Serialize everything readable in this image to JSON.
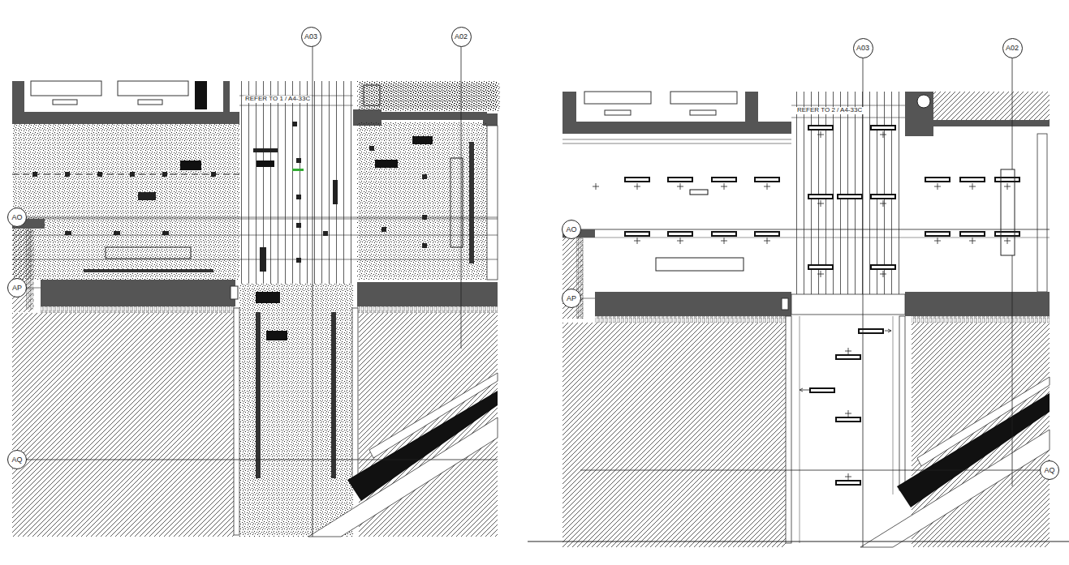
{
  "diagram": {
    "nodes": [
      {
        "text": [
          "A03"
        ]
      },
      {
        "text": [
          "A02"
        ]
      },
      {
        "text": [
          "A03"
        ]
      },
      {
        "text": [
          "A02"
        ]
      },
      {
        "text": [
          "AO"
        ]
      },
      {
        "text": [
          "AO"
        ]
      },
      {
        "text": [
          "AP"
        ]
      },
      {
        "text": [
          "AP"
        ]
      },
      {
        "text": [
          "AQ"
        ]
      },
      {
        "text": [
          "AQ"
        ]
      }
    ],
    "labels": [
      "REFER TO 1 / A4-33C",
      "REFER TO 2 / A4-33C"
    ]
  }
}
